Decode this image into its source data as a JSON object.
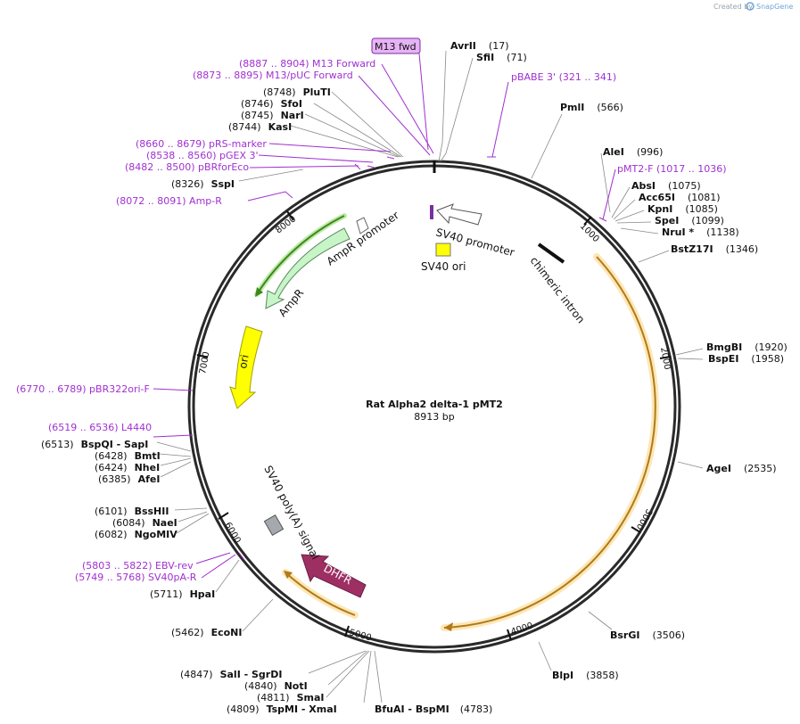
{
  "credit": "Created by",
  "brand": "SnapGene",
  "title": "Rat Alpha2 delta-1 pMT2",
  "length": "8913 bp",
  "colors": {
    "backbone": "#2a2a2a",
    "primer": "#a030d0",
    "orf_fill": "#fde7b6",
    "orf_stroke": "#b07a1a",
    "ampr_fill": "#c8f5c8",
    "ori_fill": "#ffff00",
    "dhfr_fill": "#9e2f63",
    "polya_fill": "#a5a9ae"
  },
  "enzymes": [
    {
      "name": "AvrII",
      "pos": "(17)"
    },
    {
      "name": "SfiI",
      "pos": "(71)"
    },
    {
      "name": "PmlI",
      "pos": "(566)"
    },
    {
      "name": "AleI",
      "pos": "(996)"
    },
    {
      "name": "AbsI",
      "pos": "(1075)"
    },
    {
      "name": "Acc65I",
      "pos": "(1081)"
    },
    {
      "name": "KpnI",
      "pos": "(1085)"
    },
    {
      "name": "SpeI",
      "pos": "(1099)"
    },
    {
      "name": "NruI *",
      "pos": "(1138)"
    },
    {
      "name": "BstZ17I",
      "pos": "(1346)"
    },
    {
      "name": "BmgBI",
      "pos": "(1920)"
    },
    {
      "name": "BspEI",
      "pos": "(1958)"
    },
    {
      "name": "AgeI",
      "pos": "(2535)"
    },
    {
      "name": "BsrGI",
      "pos": "(3506)"
    },
    {
      "name": "BlpI",
      "pos": "(3858)"
    },
    {
      "name": "BfuAI  - BspMI",
      "pos": "(4783)"
    },
    {
      "name": "TspMI   - XmaI",
      "pos": "(4809)"
    },
    {
      "name": "SmaI",
      "pos": "(4811)"
    },
    {
      "name": "NotI",
      "pos": "(4840)"
    },
    {
      "name": "SalI  - SgrDI",
      "pos": "(4847)"
    },
    {
      "name": "EcoNI",
      "pos": "(5462)"
    },
    {
      "name": "HpaI",
      "pos": "(5711)"
    },
    {
      "name": "NgoMIV",
      "pos": "(6082)"
    },
    {
      "name": "NaeI",
      "pos": "(6084)"
    },
    {
      "name": "BssHII",
      "pos": "(6101)"
    },
    {
      "name": "AfeI",
      "pos": "(6385)"
    },
    {
      "name": "NheI",
      "pos": "(6424)"
    },
    {
      "name": "BmtI",
      "pos": "(6428)"
    },
    {
      "name": "BspQI  - SapI",
      "pos": "(6513)"
    },
    {
      "name": "SspI",
      "pos": "(8326)"
    },
    {
      "name": "KasI",
      "pos": "(8744)"
    },
    {
      "name": "NarI",
      "pos": "(8745)"
    },
    {
      "name": "SfoI",
      "pos": "(8746)"
    },
    {
      "name": "PluTI",
      "pos": "(8748)"
    }
  ],
  "primers": [
    {
      "text": "M13 fwd"
    },
    {
      "text": "(8887 .. 8904)  M13 Forward"
    },
    {
      "text": "(8873 .. 8895)  M13/pUC Forward"
    },
    {
      "text": "pBABE 3'    (321 .. 341)"
    },
    {
      "text": "pMT2-F    (1017 .. 1036)"
    },
    {
      "text": "(8660 .. 8679)  pRS-marker"
    },
    {
      "text": "(8538 .. 8560)  pGEX 3'"
    },
    {
      "text": "(8482 .. 8500)  pBRforEco"
    },
    {
      "text": "(8072 .. 8091)  Amp-R"
    },
    {
      "text": "(6770 .. 6789)  pBR322ori-F"
    },
    {
      "text": "(6519 .. 6536)  L4440"
    },
    {
      "text": "(5803 .. 5822)  EBV-rev"
    },
    {
      "text": "(5749 .. 5768)  SV40pA-R"
    }
  ],
  "features": {
    "sv40_promoter": "SV40 promoter",
    "sv40_ori": "SV40 ori",
    "chimeric_intron": "chimeric intron",
    "ampr_promoter": "AmpR promoter",
    "ampr": "AmpR",
    "ori": "ori",
    "dhfr": "DHFR",
    "polya": "SV40 poly(A) signal"
  },
  "ticks": [
    "1000",
    "2000",
    "3000",
    "4000",
    "5000",
    "6000",
    "7000",
    "8000"
  ]
}
